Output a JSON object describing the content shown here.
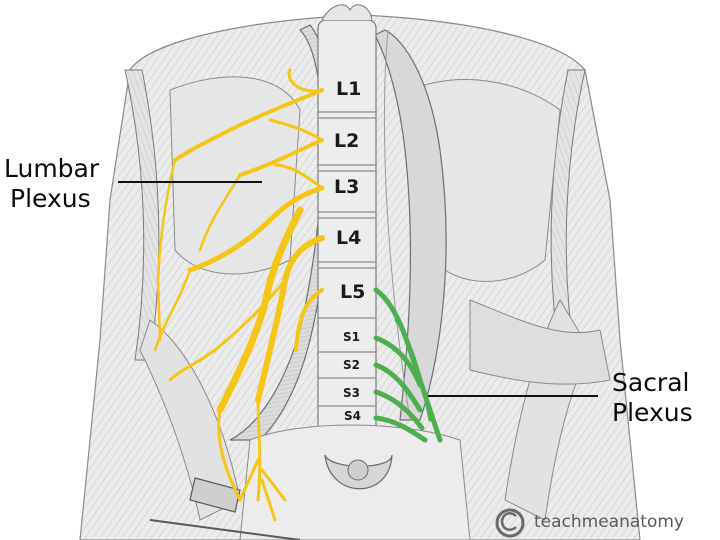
{
  "vertebrae": {
    "lumbar": [
      "L1",
      "L2",
      "L3",
      "L4",
      "L5"
    ],
    "sacral": [
      "S1",
      "S2",
      "S3",
      "S4"
    ]
  },
  "callouts": {
    "lumbar_line1": "Lumbar",
    "lumbar_line2": "Plexus",
    "sacral_line1": "Sacral",
    "sacral_line2": "Plexus"
  },
  "watermark": {
    "brand": "teachmeanatomy",
    "symbol": "©"
  },
  "colors": {
    "lumbar_plexus": "#f5c518",
    "sacral_plexus": "#4caf50",
    "muscle_fill": "#e9e9e9",
    "line_art": "#7a7a7a",
    "label_text": "#111111"
  }
}
